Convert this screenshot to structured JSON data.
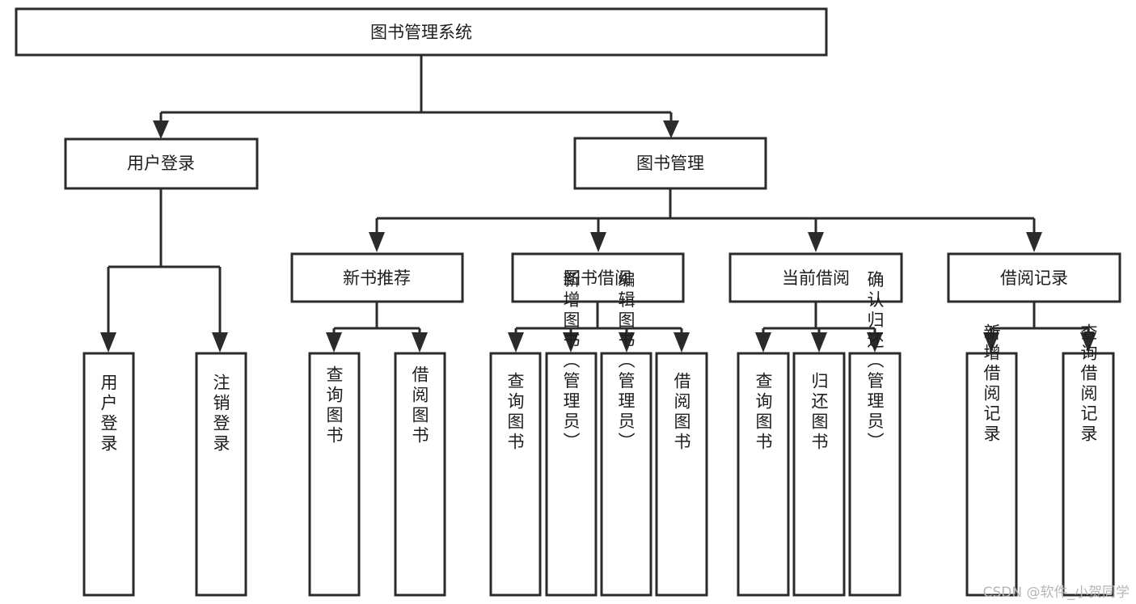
{
  "diagram": {
    "kind": "functional-structure-tree",
    "title": "图书管理系统",
    "watermark": "CSDN @软件_小贺同学",
    "colors": {
      "box_stroke": "#2b2b2b",
      "box_fill": "#ffffff",
      "text": "#1d1d1d",
      "background": "#ffffff",
      "watermark": "#b6b6b6"
    },
    "root": {
      "label": "图书管理系统",
      "id": "root-system"
    },
    "level2": [
      {
        "id": "node-user-login",
        "label": "用户登录"
      },
      {
        "id": "node-book-manage",
        "label": "图书管理"
      }
    ],
    "level3": [
      {
        "id": "node-new-book-recommend",
        "label": "新书推荐",
        "parent": "node-book-manage"
      },
      {
        "id": "node-book-borrow",
        "label": "图书借阅",
        "parent": "node-book-manage"
      },
      {
        "id": "node-current-borrow",
        "label": "当前借阅",
        "parent": "node-book-manage"
      },
      {
        "id": "node-borrow-record",
        "label": "借阅记录",
        "parent": "node-book-manage"
      }
    ],
    "leaves": {
      "user_login": [
        {
          "id": "leaf-user-login",
          "label": "用户登录"
        },
        {
          "id": "leaf-user-logout",
          "label": "注销登录"
        }
      ],
      "new_book_recommend": [
        {
          "id": "leaf-query-book-1",
          "label": "查询图书"
        },
        {
          "id": "leaf-borrow-book-1",
          "label": "借阅图书"
        }
      ],
      "book_borrow": [
        {
          "id": "leaf-query-book-2",
          "label": "查询图书"
        },
        {
          "id": "leaf-add-book",
          "label": "新增图书（管理员）"
        },
        {
          "id": "leaf-edit-book",
          "label": "编辑图书（管理员）"
        },
        {
          "id": "leaf-borrow-book-2",
          "label": "借阅图书"
        }
      ],
      "current_borrow": [
        {
          "id": "leaf-query-book-3",
          "label": "查询图书"
        },
        {
          "id": "leaf-return-book",
          "label": "归还图书"
        },
        {
          "id": "leaf-confirm-return",
          "label": "确认归还（管理员）"
        }
      ],
      "borrow_record": [
        {
          "id": "leaf-add-record",
          "label": "新增借阅记录"
        },
        {
          "id": "leaf-query-record",
          "label": "查询借阅记录"
        }
      ]
    }
  }
}
